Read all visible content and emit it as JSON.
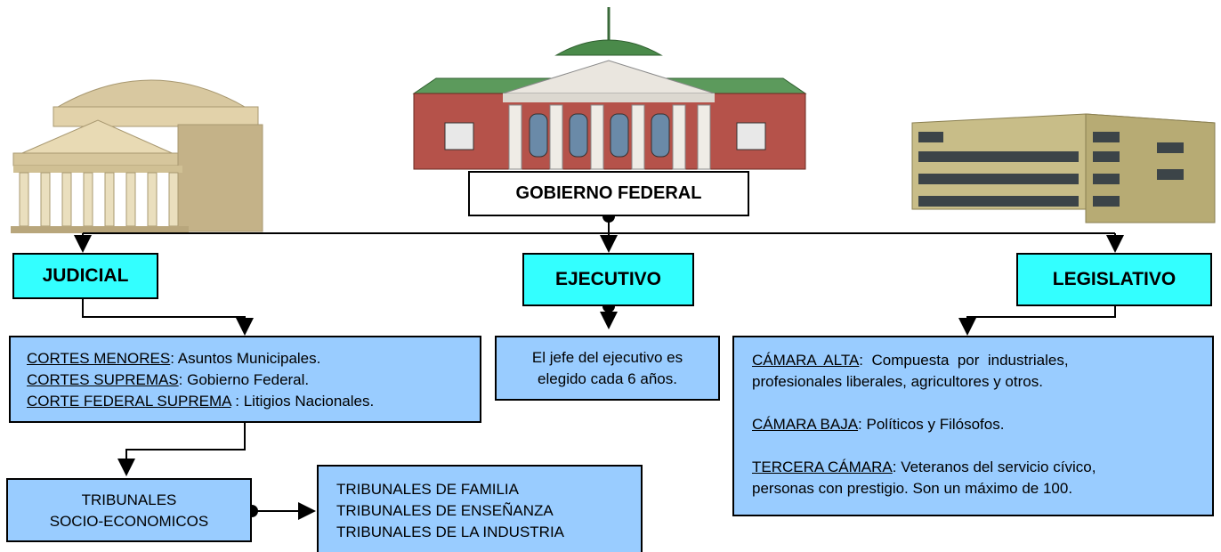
{
  "root": {
    "label": "GOBIERNO FEDERAL"
  },
  "branches": {
    "judicial": "JUDICIAL",
    "ejecutivo": "EJECUTIVO",
    "legislativo": "LEGISLATIVO"
  },
  "judicial_details": [
    {
      "term": "CORTES MENORES",
      "text": ": Asuntos Municipales."
    },
    {
      "term": "CORTES SUPREMAS",
      "text": ":  Gobierno Federal."
    },
    {
      "term": "CORTE FEDERAL SUPREMA",
      "text": " : Litigios Nacionales."
    }
  ],
  "ejecutivo_detail": [
    "El jefe del ejecutivo es",
    "elegido cada 6 años."
  ],
  "tribunales_socio": [
    "TRIBUNALES",
    "SOCIO-ECONOMICOS"
  ],
  "tribunales_list": [
    "TRIBUNALES DE FAMILIA",
    "TRIBUNALES DE ENSEÑANZA",
    "TRIBUNALES DE LA INDUSTRIA"
  ],
  "legislativo_details": {
    "alta_term": "CÁMARA  ALTA",
    "alta_text_1": ":  Compuesta  por  industriales,",
    "alta_text_2": "profesionales liberales, agricultores y otros.",
    "baja_term": "CÁMARA BAJA",
    "baja_text": ": Políticos y Filósofos.",
    "tercera_term": "TERCERA CÁMARA",
    "tercera_text_1": ": Veteranos del servicio cívico,",
    "tercera_text_2": "personas con prestigio. Son un máximo de 100."
  },
  "colors": {
    "branch_box": "#33ffff",
    "detail_box": "#99ccff",
    "brick": "#b5524a",
    "roof": "#4a8a4a"
  }
}
